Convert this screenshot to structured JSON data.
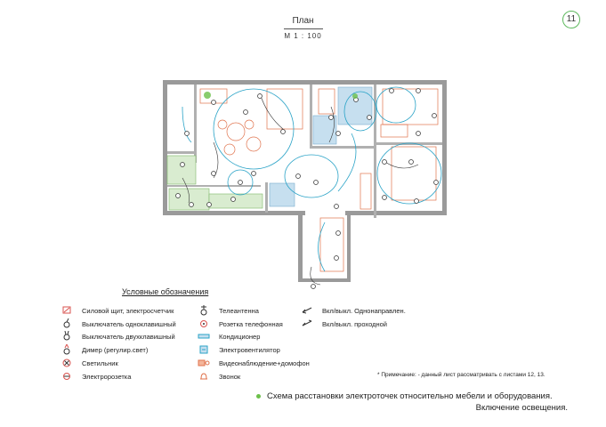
{
  "header": {
    "title": "План",
    "scale": "М  1 : 100",
    "page_number": "11"
  },
  "legend": {
    "title": "Условные  обозначения",
    "items": [
      {
        "icon": "panel-meter-icon",
        "label": "Силовой щит, электросчетчик"
      },
      {
        "icon": "single-switch-icon",
        "label": "Выключатель  одноклавишный"
      },
      {
        "icon": "double-switch-icon",
        "label": "Выключатель  двухклавишный"
      },
      {
        "icon": "dimmer-icon",
        "label": "Димер  (регулир.свет)"
      },
      {
        "icon": "light-fixture-icon",
        "label": "Светильник"
      },
      {
        "icon": "power-socket-icon",
        "label": "Электророзетка"
      },
      {
        "icon": "tv-antenna-icon",
        "label": "Телеантенна"
      },
      {
        "icon": "phone-socket-icon",
        "label": "Розетка  телефонная"
      },
      {
        "icon": "air-conditioner-icon",
        "label": "Кондиционер"
      },
      {
        "icon": "ventilator-icon",
        "label": "Электровентилятор"
      },
      {
        "icon": "video-intercom-icon",
        "label": "Видеонаблюдение+домофон"
      },
      {
        "icon": "doorbell-icon",
        "label": "Звонок"
      },
      {
        "icon": "one-way-switch-arrow-icon",
        "label": "Вкл/выкл.  Однонаправлен."
      },
      {
        "icon": "pass-through-switch-arrow-icon",
        "label": "Вкл/выкл.  проходной"
      }
    ]
  },
  "note": "* Примечание:  - данный лист рассматривать с листами  12, 13.",
  "caption": {
    "line1": "Схема расстановки электроточек относительно мебели и оборудования.",
    "line2": "Включение освещения."
  },
  "colors": {
    "wall": "#8a8a8a",
    "wiring": "#2aa3c7",
    "furniture": "#e0734d",
    "accent": "#6cc04a",
    "tile": "#b9d7e8"
  }
}
